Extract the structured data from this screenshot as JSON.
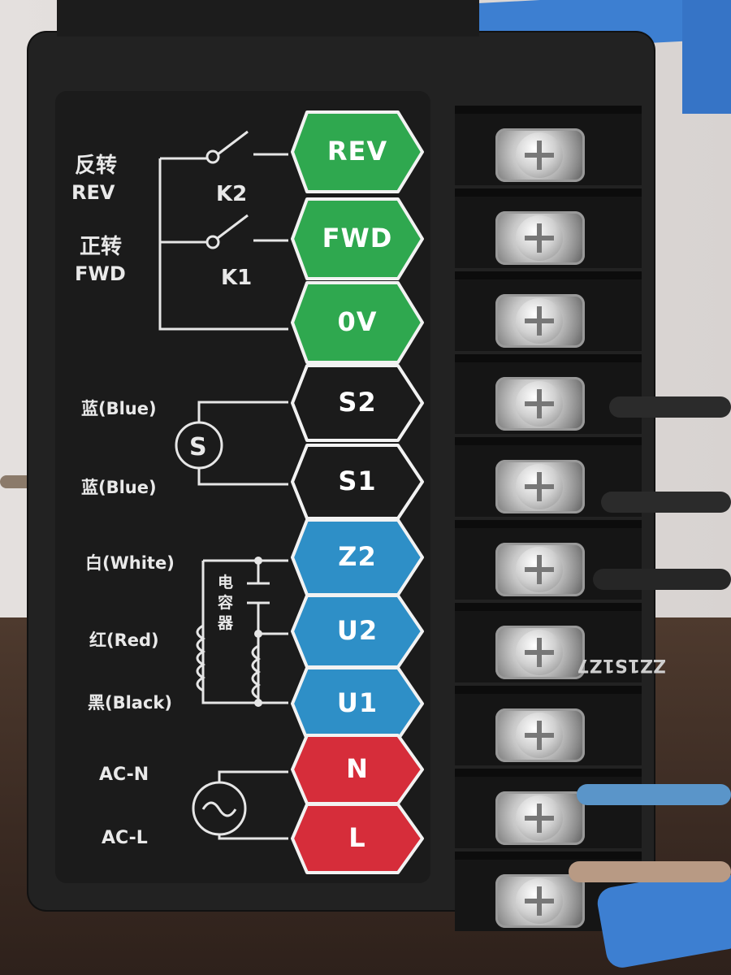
{
  "labels": {
    "rev_cn": "反转",
    "rev_en": "REV",
    "fwd_cn": "正转",
    "fwd_en": "FWD",
    "k2": "K2",
    "k1": "K1",
    "s": "S",
    "blue1": "蓝(Blue)",
    "blue2": "蓝(Blue)",
    "cap": [
      "电",
      "容",
      "器"
    ],
    "white": "白(White)",
    "red": "红(Red)",
    "black": "黑(Black)",
    "acn": "AC-N",
    "acl": "AC-L"
  },
  "terminals": [
    {
      "label": "REV",
      "color": "#2fa84f"
    },
    {
      "label": "FWD",
      "color": "#2fa84f"
    },
    {
      "label": "0V",
      "color": "#2fa84f"
    },
    {
      "label": "S2",
      "color": "#1b1b1b"
    },
    {
      "label": "S1",
      "color": "#1b1b1b"
    },
    {
      "label": "Z2",
      "color": "#2e8fc7"
    },
    {
      "label": "U2",
      "color": "#2e8fc7"
    },
    {
      "label": "U1",
      "color": "#2e8fc7"
    },
    {
      "label": "N",
      "color": "#d62d3a"
    },
    {
      "label": "L",
      "color": "#d62d3a"
    }
  ],
  "colors": {
    "line": "#e6e6e6",
    "outline": "#f2f2f2"
  },
  "sticker_text": "ZZ1S1Z7"
}
